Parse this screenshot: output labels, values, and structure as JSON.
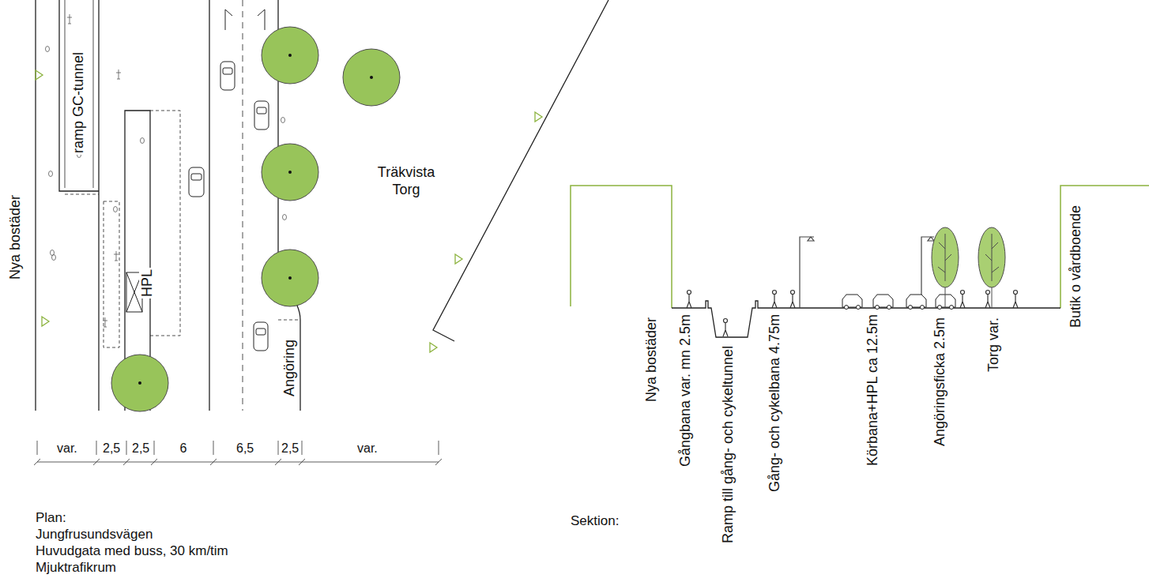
{
  "diagram": {
    "labels": [
      "ramp GC-tunnel",
      "Nya bostäder",
      "HPL",
      "Träkvista Torg",
      "Angöring",
      "var.",
      "2,5",
      "2,5",
      "6",
      "6,5",
      "2,5",
      "var.",
      "Plan:",
      "Jungfrusundsvägen",
      "Huvudgata med buss, 30 km/tim",
      "Mjuktrafikrum",
      "Nya bostäder",
      "Gångbana var. mn 2.5m",
      "Ramp till gång- och cykeltunnel",
      "Gång- och cykelbana 4.75m",
      "Körbana+HPL ca 12.5m",
      "Angöringsficka 2.5m",
      "Torg var.",
      "Butik o vårdboende",
      "Sektion:"
    ]
  }
}
